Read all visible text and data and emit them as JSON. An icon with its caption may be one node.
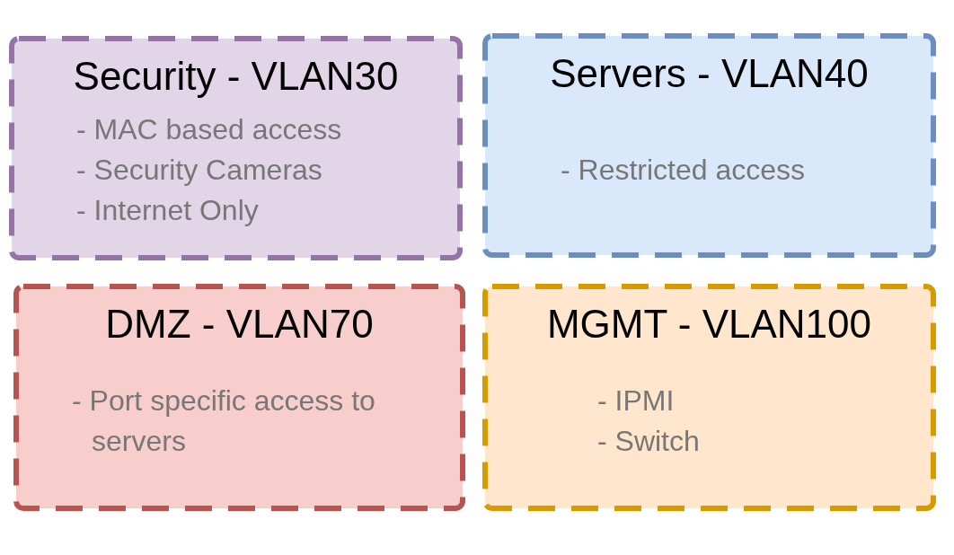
{
  "diagram": {
    "nodes": [
      {
        "text": [
          "Security - VLAN30",
          "- MAC based access",
          "- Security Cameras",
          "- Internet Only"
        ]
      },
      {
        "text": [
          "Servers - VLAN40",
          "- Restricted access"
        ]
      },
      {
        "text": [
          "DMZ - VLAN70",
          "- Port specific access to servers"
        ]
      },
      {
        "text": [
          "MGMT - VLAN100",
          "- IPMI",
          "- Switch"
        ]
      }
    ]
  }
}
